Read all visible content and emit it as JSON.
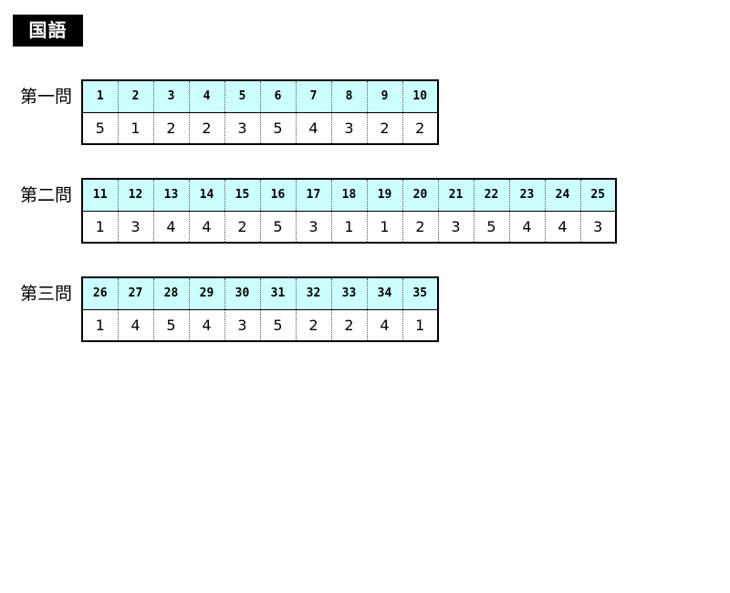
{
  "title": "国語",
  "sections": [
    {
      "label": "第一問",
      "questions": [
        "1",
        "2",
        "3",
        "4",
        "5",
        "6",
        "7",
        "8",
        "9",
        "10"
      ],
      "answers": [
        "5",
        "1",
        "2",
        "2",
        "3",
        "5",
        "4",
        "3",
        "2",
        "2"
      ]
    },
    {
      "label": "第二問",
      "questions": [
        "11",
        "12",
        "13",
        "14",
        "15",
        "16",
        "17",
        "18",
        "19",
        "20",
        "21",
        "22",
        "23",
        "24",
        "25"
      ],
      "answers": [
        "1",
        "3",
        "4",
        "4",
        "2",
        "5",
        "3",
        "1",
        "1",
        "2",
        "3",
        "5",
        "4",
        "4",
        "3"
      ]
    },
    {
      "label": "第三問",
      "questions": [
        "26",
        "27",
        "28",
        "29",
        "30",
        "31",
        "32",
        "33",
        "34",
        "35"
      ],
      "answers": [
        "1",
        "4",
        "5",
        "4",
        "3",
        "5",
        "2",
        "2",
        "4",
        "1"
      ]
    }
  ]
}
